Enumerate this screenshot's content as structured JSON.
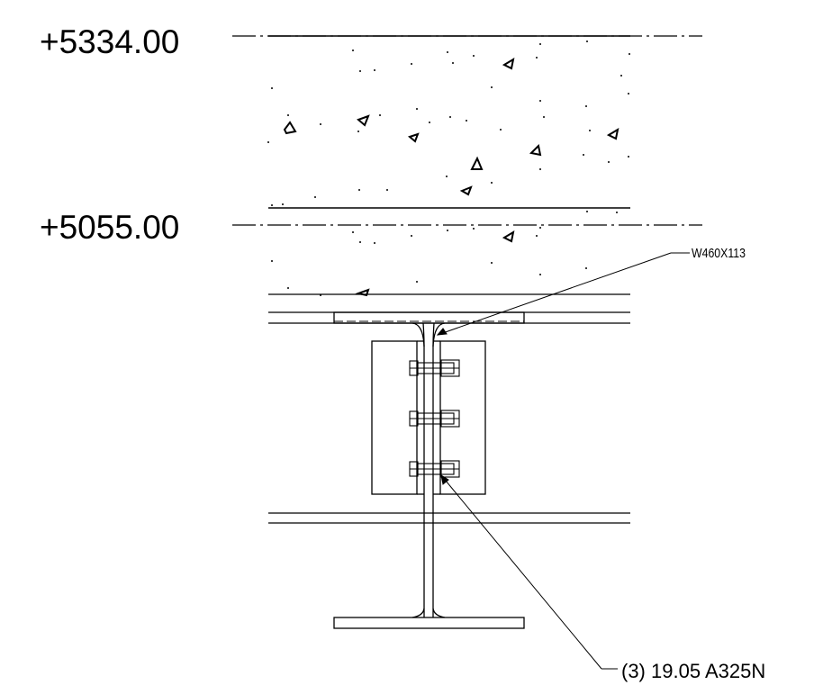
{
  "levels": {
    "top": "+5334.00",
    "bottom": "+5055.00"
  },
  "callouts": {
    "beam": "W460X113",
    "bolts": "(3) 19.05 A325N"
  }
}
